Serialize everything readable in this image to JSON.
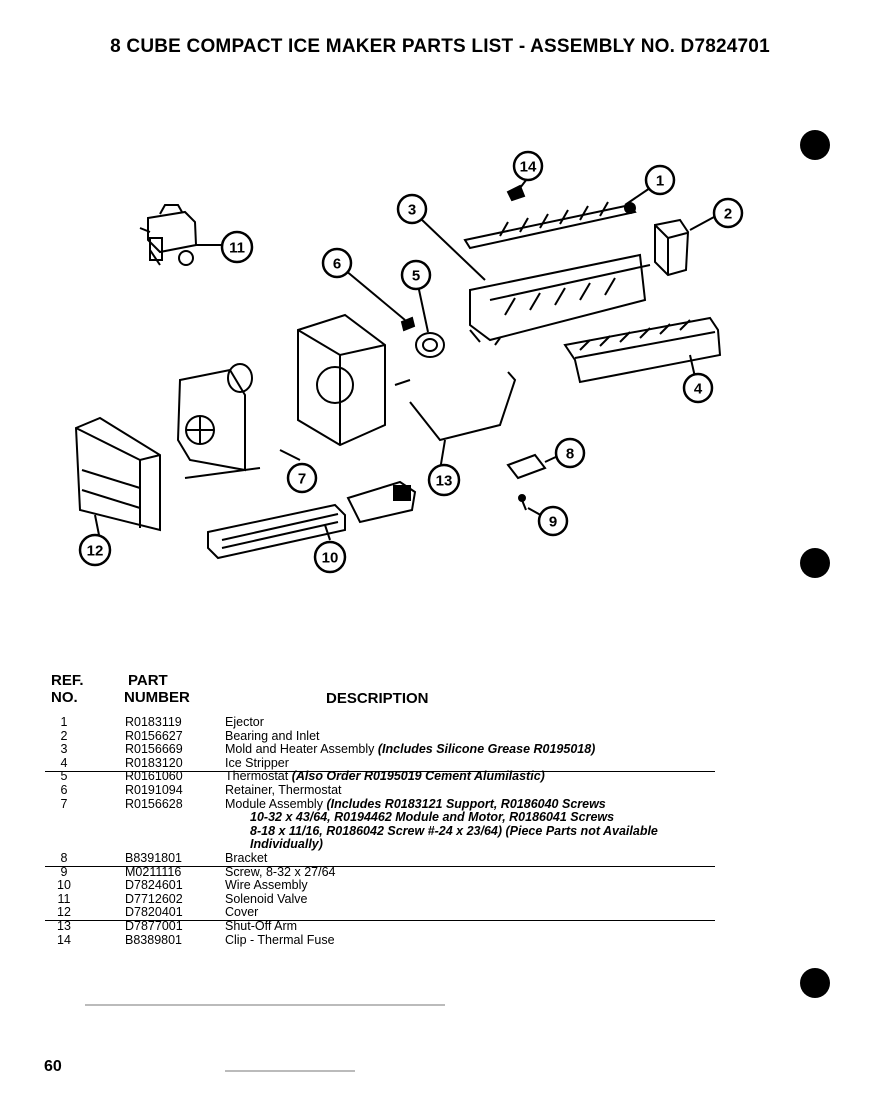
{
  "title": "8 CUBE COMPACT ICE MAKER PARTS LIST  -  ASSEMBLY NO. D7824701",
  "columns": {
    "ref_line1": "REF.",
    "ref_line2": "NO.",
    "part_line1": "PART",
    "part_line2": "NUMBER",
    "description": "DESCRIPTION"
  },
  "parts": [
    {
      "ref": "1",
      "part": "R0183119",
      "desc": "Ejector",
      "note": ""
    },
    {
      "ref": "2",
      "part": "R0156627",
      "desc": "Bearing and Inlet",
      "note": ""
    },
    {
      "ref": "3",
      "part": "R0156669",
      "desc": "Mold and Heater Assembly",
      "note": "(Includes Silicone Grease  R0195018)"
    },
    {
      "ref": "4",
      "part": "R0183120",
      "desc": "Ice Stripper",
      "note": ""
    },
    {
      "ref": "5",
      "part": "R0161060",
      "desc": "Thermostat",
      "note": "(Also Order R0195019 Cement Alumilastic)"
    },
    {
      "ref": "6",
      "part": "R0191094",
      "desc": "Retainer, Thermostat",
      "note": ""
    },
    {
      "ref": "7",
      "part": "R0156628",
      "desc": "Module Assembly",
      "note": "(Includes R0183121 Support, R0186040 Screws"
    },
    {
      "ref": "",
      "part": "",
      "desc": "",
      "note": "10-32 x 43/64, R0194462 Module and Motor, R0186041 Screws"
    },
    {
      "ref": "",
      "part": "",
      "desc": "",
      "note": "8-18 x 11/16, R0186042 Screw #-24 x 23/64) (Piece Parts not Available"
    },
    {
      "ref": "",
      "part": "",
      "desc": "",
      "note": "Individually)"
    },
    {
      "ref": "8",
      "part": "B8391801",
      "desc": "Bracket",
      "note": ""
    },
    {
      "ref": "9",
      "part": "M0211116",
      "desc": "Screw, 8-32 x 27/64",
      "note": ""
    },
    {
      "ref": "10",
      "part": "D7824601",
      "desc": "Wire Assembly",
      "note": ""
    },
    {
      "ref": "11",
      "part": "D7712602",
      "desc": "Solenoid Valve",
      "note": ""
    },
    {
      "ref": "12",
      "part": "D7820401",
      "desc": "Cover",
      "note": ""
    },
    {
      "ref": "13",
      "part": "D7877001",
      "desc": "Shut-Off Arm",
      "note": ""
    },
    {
      "ref": "14",
      "part": "B8389801",
      "desc": "Clip  -  Thermal Fuse",
      "note": ""
    }
  ],
  "callouts": [
    "1",
    "2",
    "3",
    "4",
    "5",
    "6",
    "7",
    "8",
    "9",
    "10",
    "11",
    "12",
    "13",
    "14"
  ],
  "page_number": "60"
}
